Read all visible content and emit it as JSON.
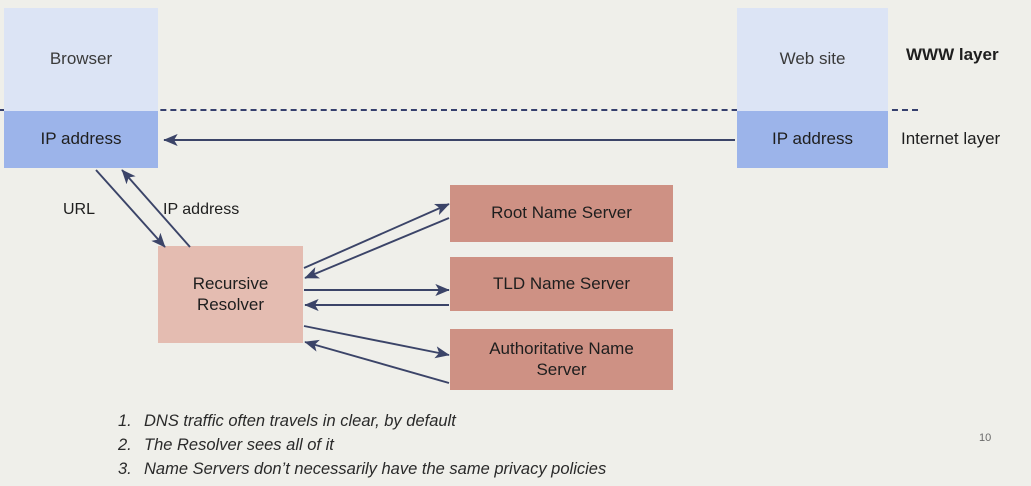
{
  "slide": {
    "background_color": "#EFEFEA",
    "page_number": "10"
  },
  "layers": {
    "www": {
      "label": "WWW layer",
      "box_color": "#DCE4F5"
    },
    "internet": {
      "label": "Internet layer",
      "box_color": "#9CB4EA"
    },
    "divider_color": "#36406E"
  },
  "nodes": {
    "browser": "Browser",
    "ip_left": "IP address",
    "website": "Web site",
    "ip_right": "IP address",
    "resolver_line1": "Recursive",
    "resolver_line2": "Resolver",
    "root_ns": "Root Name Server",
    "tld_ns": "TLD Name Server",
    "auth_ns_line1": "Authoritative Name",
    "auth_ns_line2": "Server"
  },
  "edge_labels": {
    "url": "URL",
    "ip_address": "IP address"
  },
  "colors": {
    "resolver": "#E4BCB1",
    "name_server": "#CE9184",
    "arrow": "#3B4468"
  },
  "notes": [
    {
      "num": "1.",
      "text": "DNS traffic often travels in clear, by default"
    },
    {
      "num": "2.",
      "text": "The Resolver sees all of it"
    },
    {
      "num": "3.",
      "text": "Name Servers don’t necessarily have the same privacy policies"
    }
  ]
}
